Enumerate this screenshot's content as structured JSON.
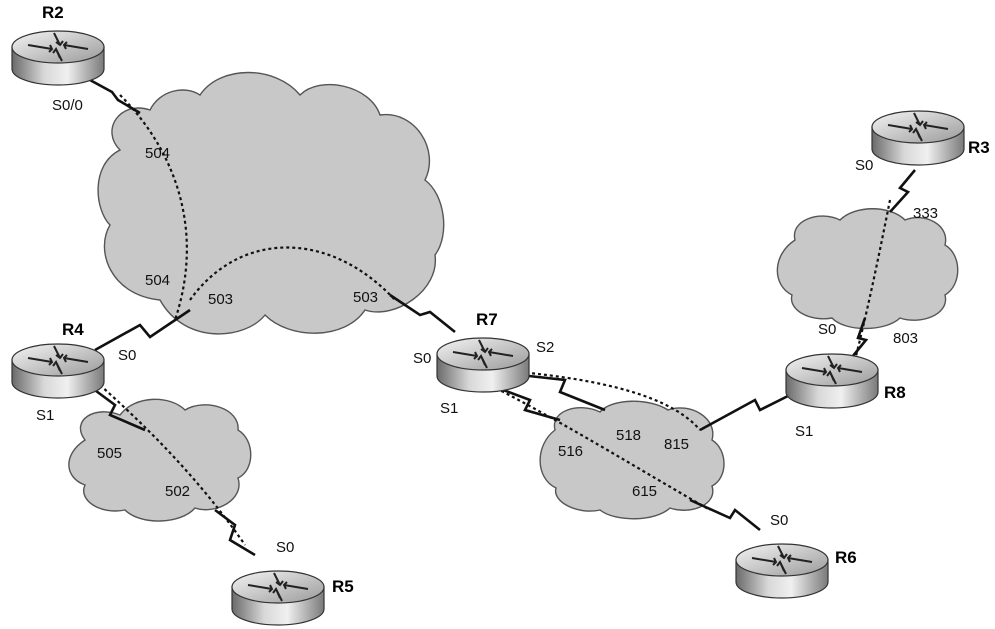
{
  "routers": {
    "r2": {
      "name": "R2"
    },
    "r3": {
      "name": "R3"
    },
    "r4": {
      "name": "R4"
    },
    "r5": {
      "name": "R5"
    },
    "r6": {
      "name": "R6"
    },
    "r7": {
      "name": "R7"
    },
    "r8": {
      "name": "R8"
    }
  },
  "interfaces": {
    "r2_s00": "S0/0",
    "r3_s0": "S0",
    "r4_s0": "S0",
    "r4_s1": "S1",
    "r5_s0": "S0",
    "r6_s0": "S0",
    "r7_s0": "S0",
    "r7_s1": "S1",
    "r7_s2": "S2",
    "r8_s0": "S0",
    "r8_s1": "S1"
  },
  "dlcis": {
    "c1_r2": "504",
    "c1_r4a": "504",
    "c1_r4b": "503",
    "c1_r7": "503",
    "c2_505": "505",
    "c2_502": "502",
    "c3_333": "333",
    "c3_803": "803",
    "c4_516": "516",
    "c4_518": "518",
    "c4_815": "815",
    "c4_615": "615"
  },
  "colors": {
    "cloud_fill": "#c8c8c8",
    "line": "#111111"
  },
  "icons": [
    "router-icon",
    "frame-relay-cloud-icon"
  ]
}
